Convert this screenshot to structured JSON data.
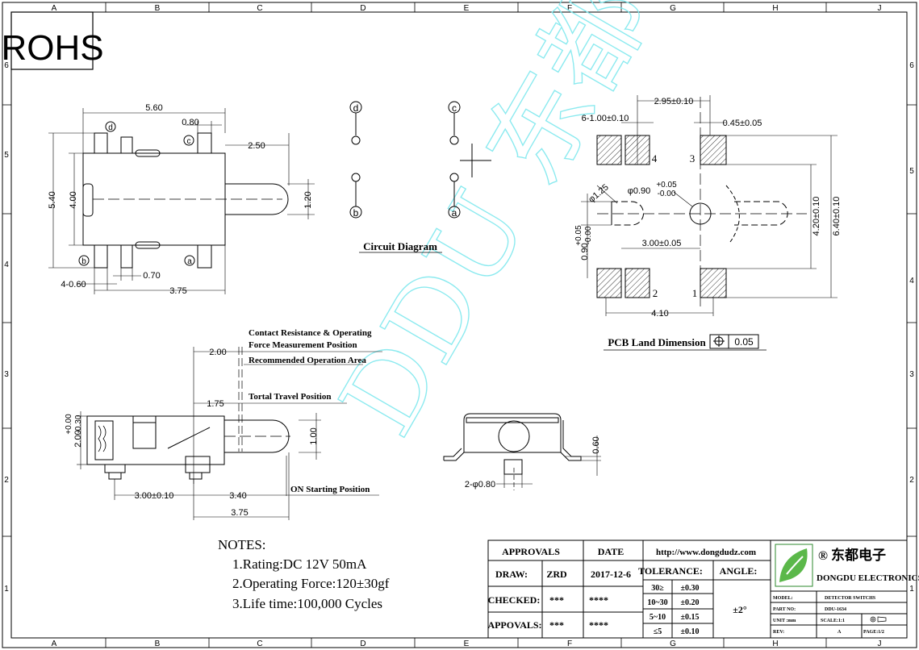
{
  "frame": {
    "columns": [
      "A",
      "B",
      "C",
      "D",
      "E",
      "F",
      "G",
      "H",
      "J"
    ],
    "rows": [
      "6",
      "5",
      "4",
      "3",
      "2",
      "1"
    ]
  },
  "rohs": "ROHS",
  "watermark": "DDU 东都",
  "top_view": {
    "dims": {
      "w560": "5.60",
      "w080": "0.80",
      "w250": "2.50",
      "h540": "5.40",
      "h400": "4.00",
      "h120": "1.20",
      "pins": "4-0.60",
      "w070": "0.70",
      "w375": "3.75"
    },
    "pins": {
      "a": "a",
      "b": "b",
      "c": "c",
      "d": "d"
    }
  },
  "circuit": {
    "title": "Circuit Diagram",
    "pins": {
      "a": "a",
      "b": "b",
      "c": "c",
      "d": "d"
    }
  },
  "pcb": {
    "title": "PCB Land Dimension",
    "tolerance": "0.05",
    "dims": {
      "pads": "6-1.00±0.10",
      "w295": "2.95±0.10",
      "w045": "0.45±0.05",
      "d125": "φ1.25",
      "d090": "φ0.90",
      "d090_plus": "+0.05",
      "d090_minus": "-0.00",
      "w300": "3.00±0.05",
      "h090": "0.90",
      "h090_plus": "+0.05",
      "h090_minus": "-0.00",
      "h420": "4.20±0.10",
      "h640": "6.40±0.10",
      "w410": "4.10"
    },
    "pad_numbers": [
      "1",
      "2",
      "3",
      "4"
    ]
  },
  "side_view": {
    "labels": {
      "contact": "Contact Resistance & Operating",
      "force": "Force Measurement Position",
      "recommended": "Recommended Operation Area",
      "travel": "Tortal Travel Position",
      "on": "ON Starting Position"
    },
    "dims": {
      "d200": "2.00",
      "d175": "1.75",
      "h200": "2.00",
      "h200_plus": "+0.00",
      "h200_minus": "-0.30",
      "h100": "1.00",
      "w300": "3.00±0.10",
      "w340": "3.40",
      "w375": "3.75"
    }
  },
  "end_view": {
    "dims": {
      "h060": "0.60",
      "pins": "2-φ0.80"
    }
  },
  "notes": {
    "title": "NOTES:",
    "items": [
      "1.Rating:DC 12V 50mA",
      "2.Operating Force:120±30gf",
      "3.Life time:100,000 Cycles"
    ]
  },
  "title_block": {
    "approvals_header": "APPROVALS",
    "date_header": "DATE",
    "rows": [
      {
        "label": "DRAW:",
        "name": "ZRD",
        "date": "2017-12-6"
      },
      {
        "label": "CHECKED:",
        "name": "***",
        "date": "****"
      },
      {
        "label": "APPOVALS:",
        "name": "***",
        "date": "****"
      }
    ],
    "website": "http://www.dongdudz.com",
    "tolerance_header": "TOLERANCE:",
    "angle_header": "ANGLE:",
    "angle_value": "±2°",
    "tolerances": [
      {
        "range": "30≥",
        "tol": "±0.30"
      },
      {
        "range": "10~30",
        "tol": "±0.20"
      },
      {
        "range": "5~10",
        "tol": "±0.15"
      },
      {
        "range": "≤5",
        "tol": "±0.10"
      }
    ],
    "company_cn": "东都电子",
    "company_mark": "®",
    "company_en": "DONGDU ELECTRONICS",
    "model_label": "MODEL:",
    "model_value": "DETECTOR SWITCHS",
    "part_label": "PART NO:",
    "part_value": "DDU-1634",
    "unit_label": "UNIT :mm",
    "scale_label": "SCALE:1:1",
    "rev_label": "REV:",
    "rev_value": "A",
    "page_label": "PAGE:1/2"
  }
}
